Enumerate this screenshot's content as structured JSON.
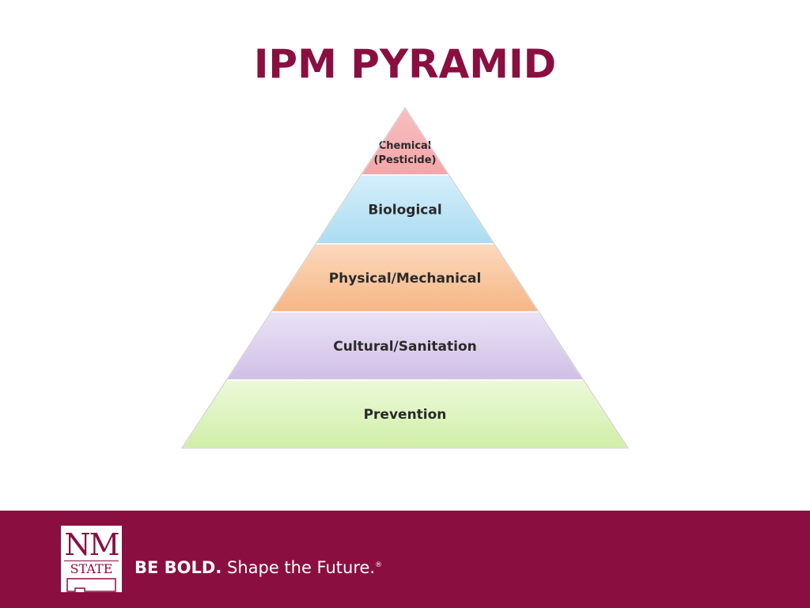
{
  "slide": {
    "title": "IPM PYRAMID"
  },
  "pyramid": {
    "levels": [
      {
        "lines": [
          "Chemical",
          "(Pesticide)"
        ],
        "color": "#f6b0b3"
      },
      {
        "lines": [
          "Biological"
        ],
        "color": "#bfe6f6"
      },
      {
        "lines": [
          "Physical/Mechanical"
        ],
        "color": "#f9c59e"
      },
      {
        "lines": [
          "Cultural/Sanitation"
        ],
        "color": "#ddd0ee"
      },
      {
        "lines": [
          "Prevention"
        ],
        "color": "#def5bf"
      }
    ]
  },
  "footer": {
    "background": "#8a0f40",
    "logo_top": "NM",
    "logo_bottom": "STATE",
    "tagline_bold": "BE BOLD.",
    "tagline_rest": " Shape the Future.",
    "tagline_mark": "®"
  }
}
